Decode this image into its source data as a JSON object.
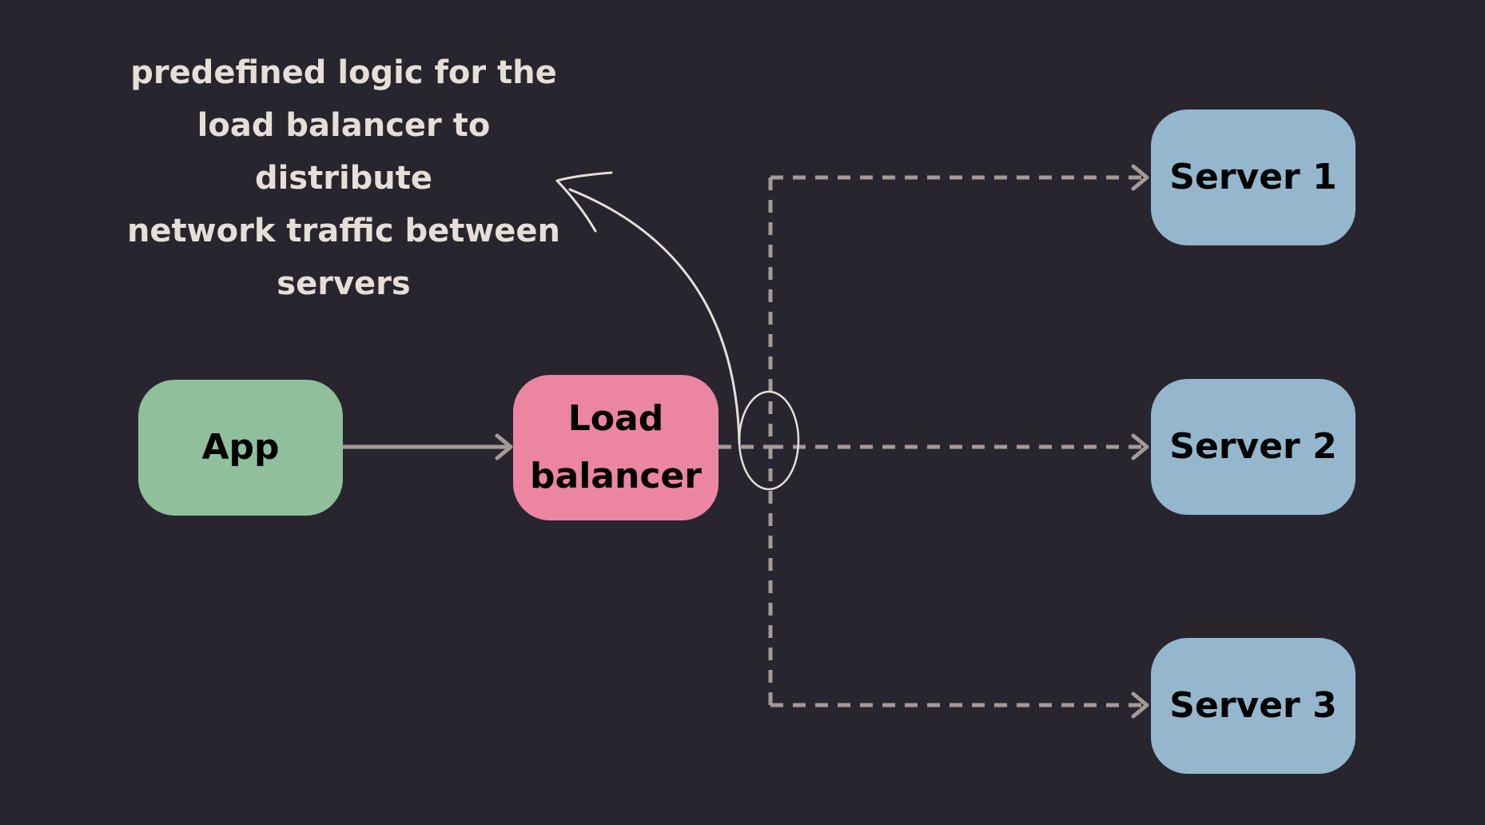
{
  "annotation": {
    "text": "predefined logic for the\nload balancer to distribute\nnetwork traffic between\nservers"
  },
  "nodes": {
    "app": {
      "label": "App",
      "color": "#8fbf9b"
    },
    "load_balancer": {
      "label": "Load\nbalancer",
      "color": "#ec85a2"
    },
    "server_1": {
      "label": "Server 1",
      "color": "#94b7cd"
    },
    "server_2": {
      "label": "Server 2",
      "color": "#94b7cd"
    },
    "server_3": {
      "label": "Server 3",
      "color": "#94b7cd"
    }
  },
  "colors": {
    "background": "#28252e",
    "connector": "#a49a96",
    "annotation_ink": "#e6dfd8"
  },
  "edges": [
    {
      "from": "app",
      "to": "load_balancer",
      "style": "solid"
    },
    {
      "from": "load_balancer",
      "to": "server_1",
      "style": "dashed"
    },
    {
      "from": "load_balancer",
      "to": "server_2",
      "style": "dashed"
    },
    {
      "from": "load_balancer",
      "to": "server_3",
      "style": "dashed"
    }
  ]
}
